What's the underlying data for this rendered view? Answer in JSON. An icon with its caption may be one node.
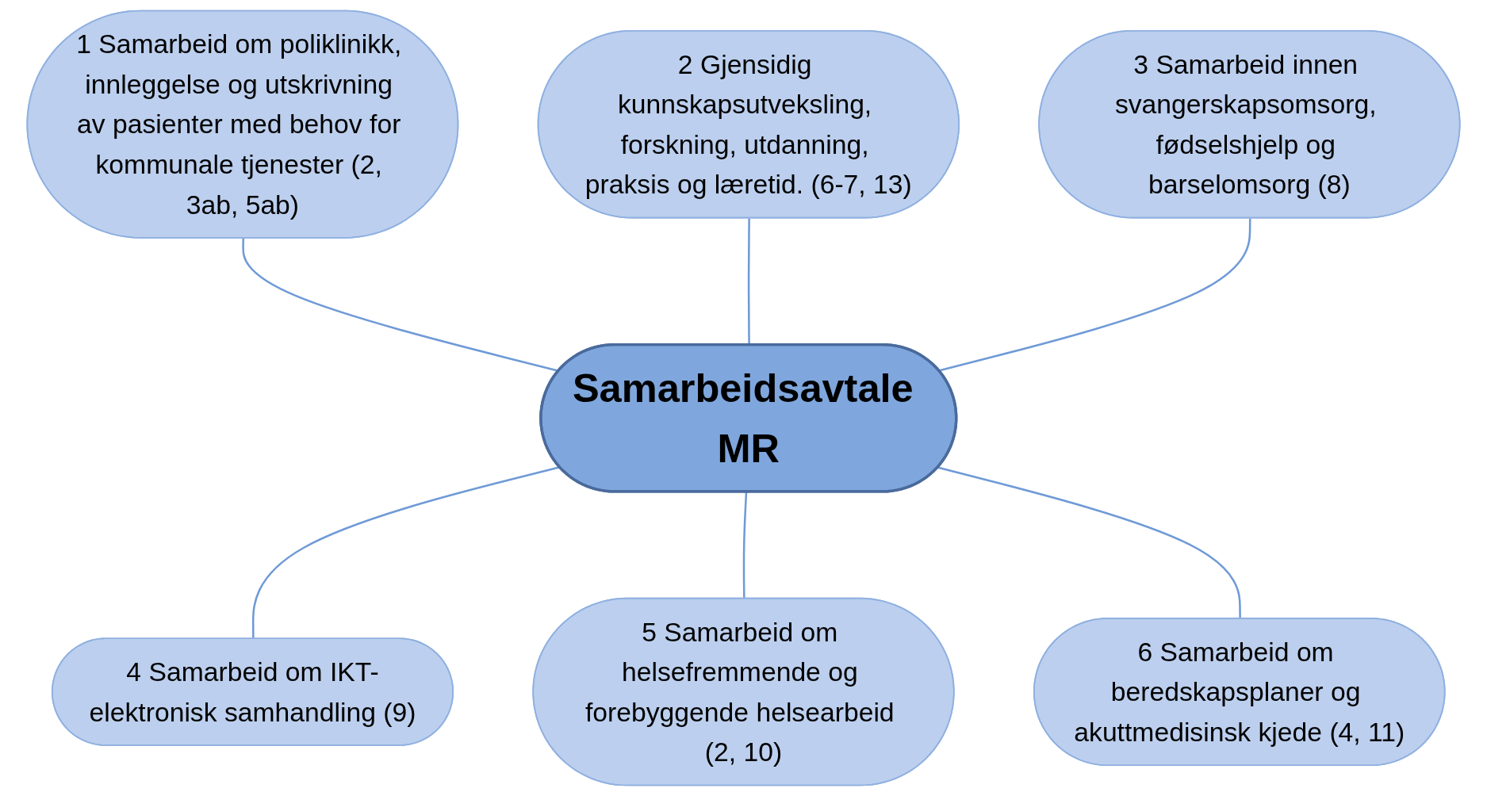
{
  "diagram": {
    "nodes": [
      {
        "text": [
          "Samarbeidsavtale MR"
        ]
      },
      {
        "text": [
          "1 Samarbeid om poliklinikk, innleggelse og utskrivning av pasienter med behov for kommunale tjenester (2, 3ab, 5ab)"
        ]
      },
      {
        "text": [
          "2 Gjensidig kunnskapsutveksling, forskning, utdanning, praksis og læretid. (6-7, 13)"
        ]
      },
      {
        "text": [
          "3 Samarbeid innen svangerskapsomsorg, fødselshjelp og barselomsorg (8)"
        ]
      },
      {
        "text": [
          "4 Samarbeid om IKT-elektronisk samhandling (9)"
        ]
      },
      {
        "text": [
          "5 Samarbeid om helsefremmende og forebyggende helsearbeid (2, 10)"
        ]
      },
      {
        "text": [
          "6 Samarbeid om beredskapsplaner og akuttmedisinsk kjede (4, 11)"
        ]
      }
    ],
    "edges": [
      {
        "from": 1,
        "to": 0,
        "arrow": "none"
      },
      {
        "from": 2,
        "to": 0,
        "arrow": "none"
      },
      {
        "from": 3,
        "to": 0,
        "arrow": "none"
      },
      {
        "from": 0,
        "to": 4,
        "arrow": "none"
      },
      {
        "from": 0,
        "to": 5,
        "arrow": "none"
      },
      {
        "from": 0,
        "to": 6,
        "arrow": "none"
      }
    ]
  }
}
